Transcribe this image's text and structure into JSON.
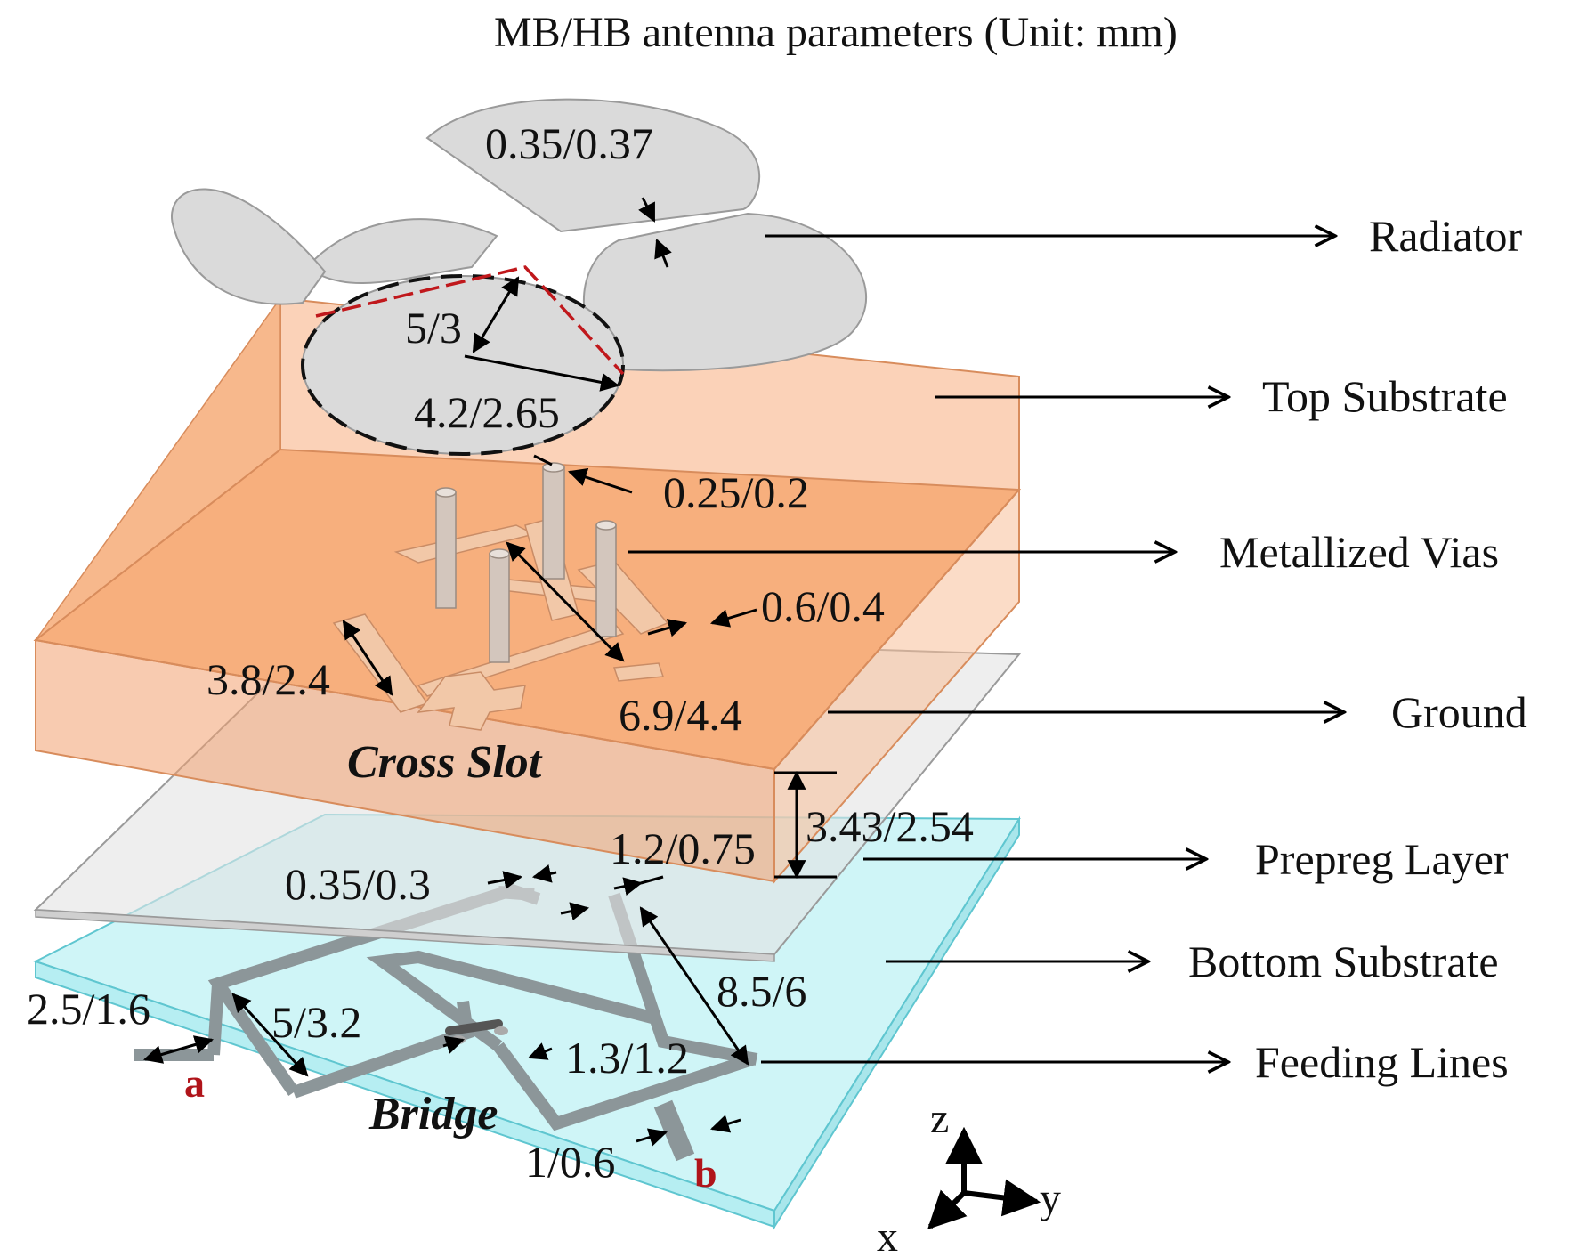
{
  "title": "MB/HB antenna parameters (Unit: mm)",
  "layers": {
    "radiator": "Radiator",
    "top_substrate": "Top Substrate",
    "metallized_vias": "Metallized Vias",
    "ground": "Ground",
    "prepreg_layer": "Prepreg Layer",
    "bottom_substrate": "Bottom Substrate",
    "feeding_lines": "Feeding Lines"
  },
  "dimensions": {
    "patch_gap": "0.35/0.37",
    "patch_inner": "5/3",
    "patch_radius": "4.2/2.65",
    "via_diameter": "0.25/0.2",
    "slot_width": "0.6/0.4",
    "slot_arm": "3.8/2.4",
    "slot_length": "6.9/4.4",
    "substrate_height": "3.43/2.54",
    "line_width_a": "0.35/0.3",
    "line_gap": "1.2/0.75",
    "feed_len_a": "2.5/1.6",
    "feed_arm": "5/3.2",
    "feed_len_b": "8.5/6",
    "bridge_gap": "1.3/1.2",
    "port_width": "1/0.6"
  },
  "annotations": {
    "cross_slot": "Cross Slot",
    "bridge": "Bridge",
    "port_a": "a",
    "port_b": "b"
  },
  "axes": {
    "z": "z",
    "y": "y",
    "x": "x"
  },
  "colors": {
    "top_substrate": "#f5a36a",
    "top_substrate_light": "#fbd2b8",
    "metal": "#d9d9d9",
    "bottom_substrate": "#cff5f7",
    "feed_line": "#8c9699",
    "port_label": "#b0141a",
    "leader": "#000000"
  }
}
